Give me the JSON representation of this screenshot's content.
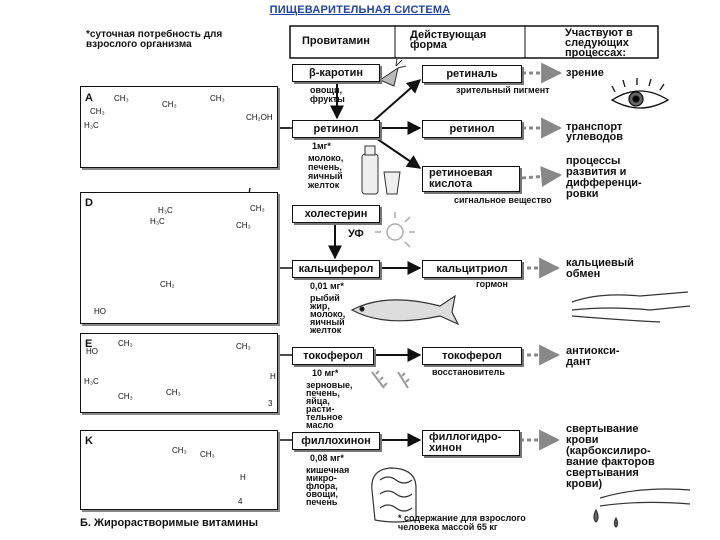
{
  "title": "ПИЩЕВАРИТЕЛЬНАЯ СИСТЕМА",
  "footnote_top": "*суточная потребность для\nвзрослого организма",
  "header": {
    "provitamin": "Провитамин",
    "active_form": "Действующая\nформа",
    "participates": "Участвуют в\nследующих\nпроцессах:"
  },
  "sections": {
    "A": {
      "letter": "A",
      "provitamin": "β-каротин",
      "provitamin_source": "овощи,\nфрукты",
      "vitamin": "ретинол",
      "dose": "1мг*",
      "sources": "молоко,\nпечень,\nяичный\nжелток",
      "active1": "ретиналь",
      "active1_note": "зрительный пигмент",
      "process1": "зрение",
      "active2": "ретинол",
      "process2": "транспорт\nуглеводов",
      "active3": "ретиноевая\nкислота",
      "active3_note": "сигнальное вещество",
      "process3": "процессы\nразвития и\nдифференци-\nровки"
    },
    "D": {
      "letter": "D",
      "provitamin": "холестерин",
      "uv": "УФ",
      "vitamin": "кальциферол",
      "dose": "0,01 мг*",
      "sources": "рыбий\nжир,\nмолоко,\nяичный\nжелток",
      "active": "кальцитриол",
      "active_note": "гормон",
      "process": "кальциевый\nобмен"
    },
    "E": {
      "letter": "E",
      "vitamin": "токоферол",
      "dose": "10 мг*",
      "sources": "зерновые,\nпечень,\nяйца,\nрасти-\nтельное\nмасло",
      "active": "токоферол",
      "active_note": "восстановитель",
      "process": "антиокси-\nдант"
    },
    "K": {
      "letter": "K",
      "vitamin": "филлохинон",
      "dose": "0,08 мг*",
      "sources": "кишечная\nмикро-\nфлора,\nовощи,\nпечень",
      "active": "филлогидро-\nхинон",
      "process": "свертывание\nкрови\n(карбоксилиро-\nвание факторов\nсвертывания\nкрови)"
    }
  },
  "chem_labels": {
    "a_ch3_1": "CH₃",
    "a_ch3_2": "CH₃",
    "a_h3c": "H₃C",
    "a_ch3_3": "CH₃",
    "a_ch3_4": "CH₃",
    "a_ch2oh": "CH₂OH",
    "d_h3c1": "H₃C",
    "d_h3c2": "H₃C",
    "d_ch3_1": "CH₃",
    "d_ch3_2": "CH₃",
    "d_ch2": "CH₂",
    "d_ho": "HO",
    "e_ch3_1": "CH₃",
    "e_ho": "HO",
    "e_h3c": "H₃C",
    "e_ch3_2": "CH₃",
    "e_ch3_3": "CH₃",
    "e_ch3_4": "CH₃",
    "e_h": "H",
    "e_sub3": "3",
    "k_ch3_1": "CH₃",
    "k_ch3_2": "CH₃",
    "k_h": "H",
    "k_sub4": "4"
  },
  "caption": "Б. Жирорастворимые витамины",
  "footnote_bottom": "* содержание для взрослого\nчеловека массой 65 кг"
}
